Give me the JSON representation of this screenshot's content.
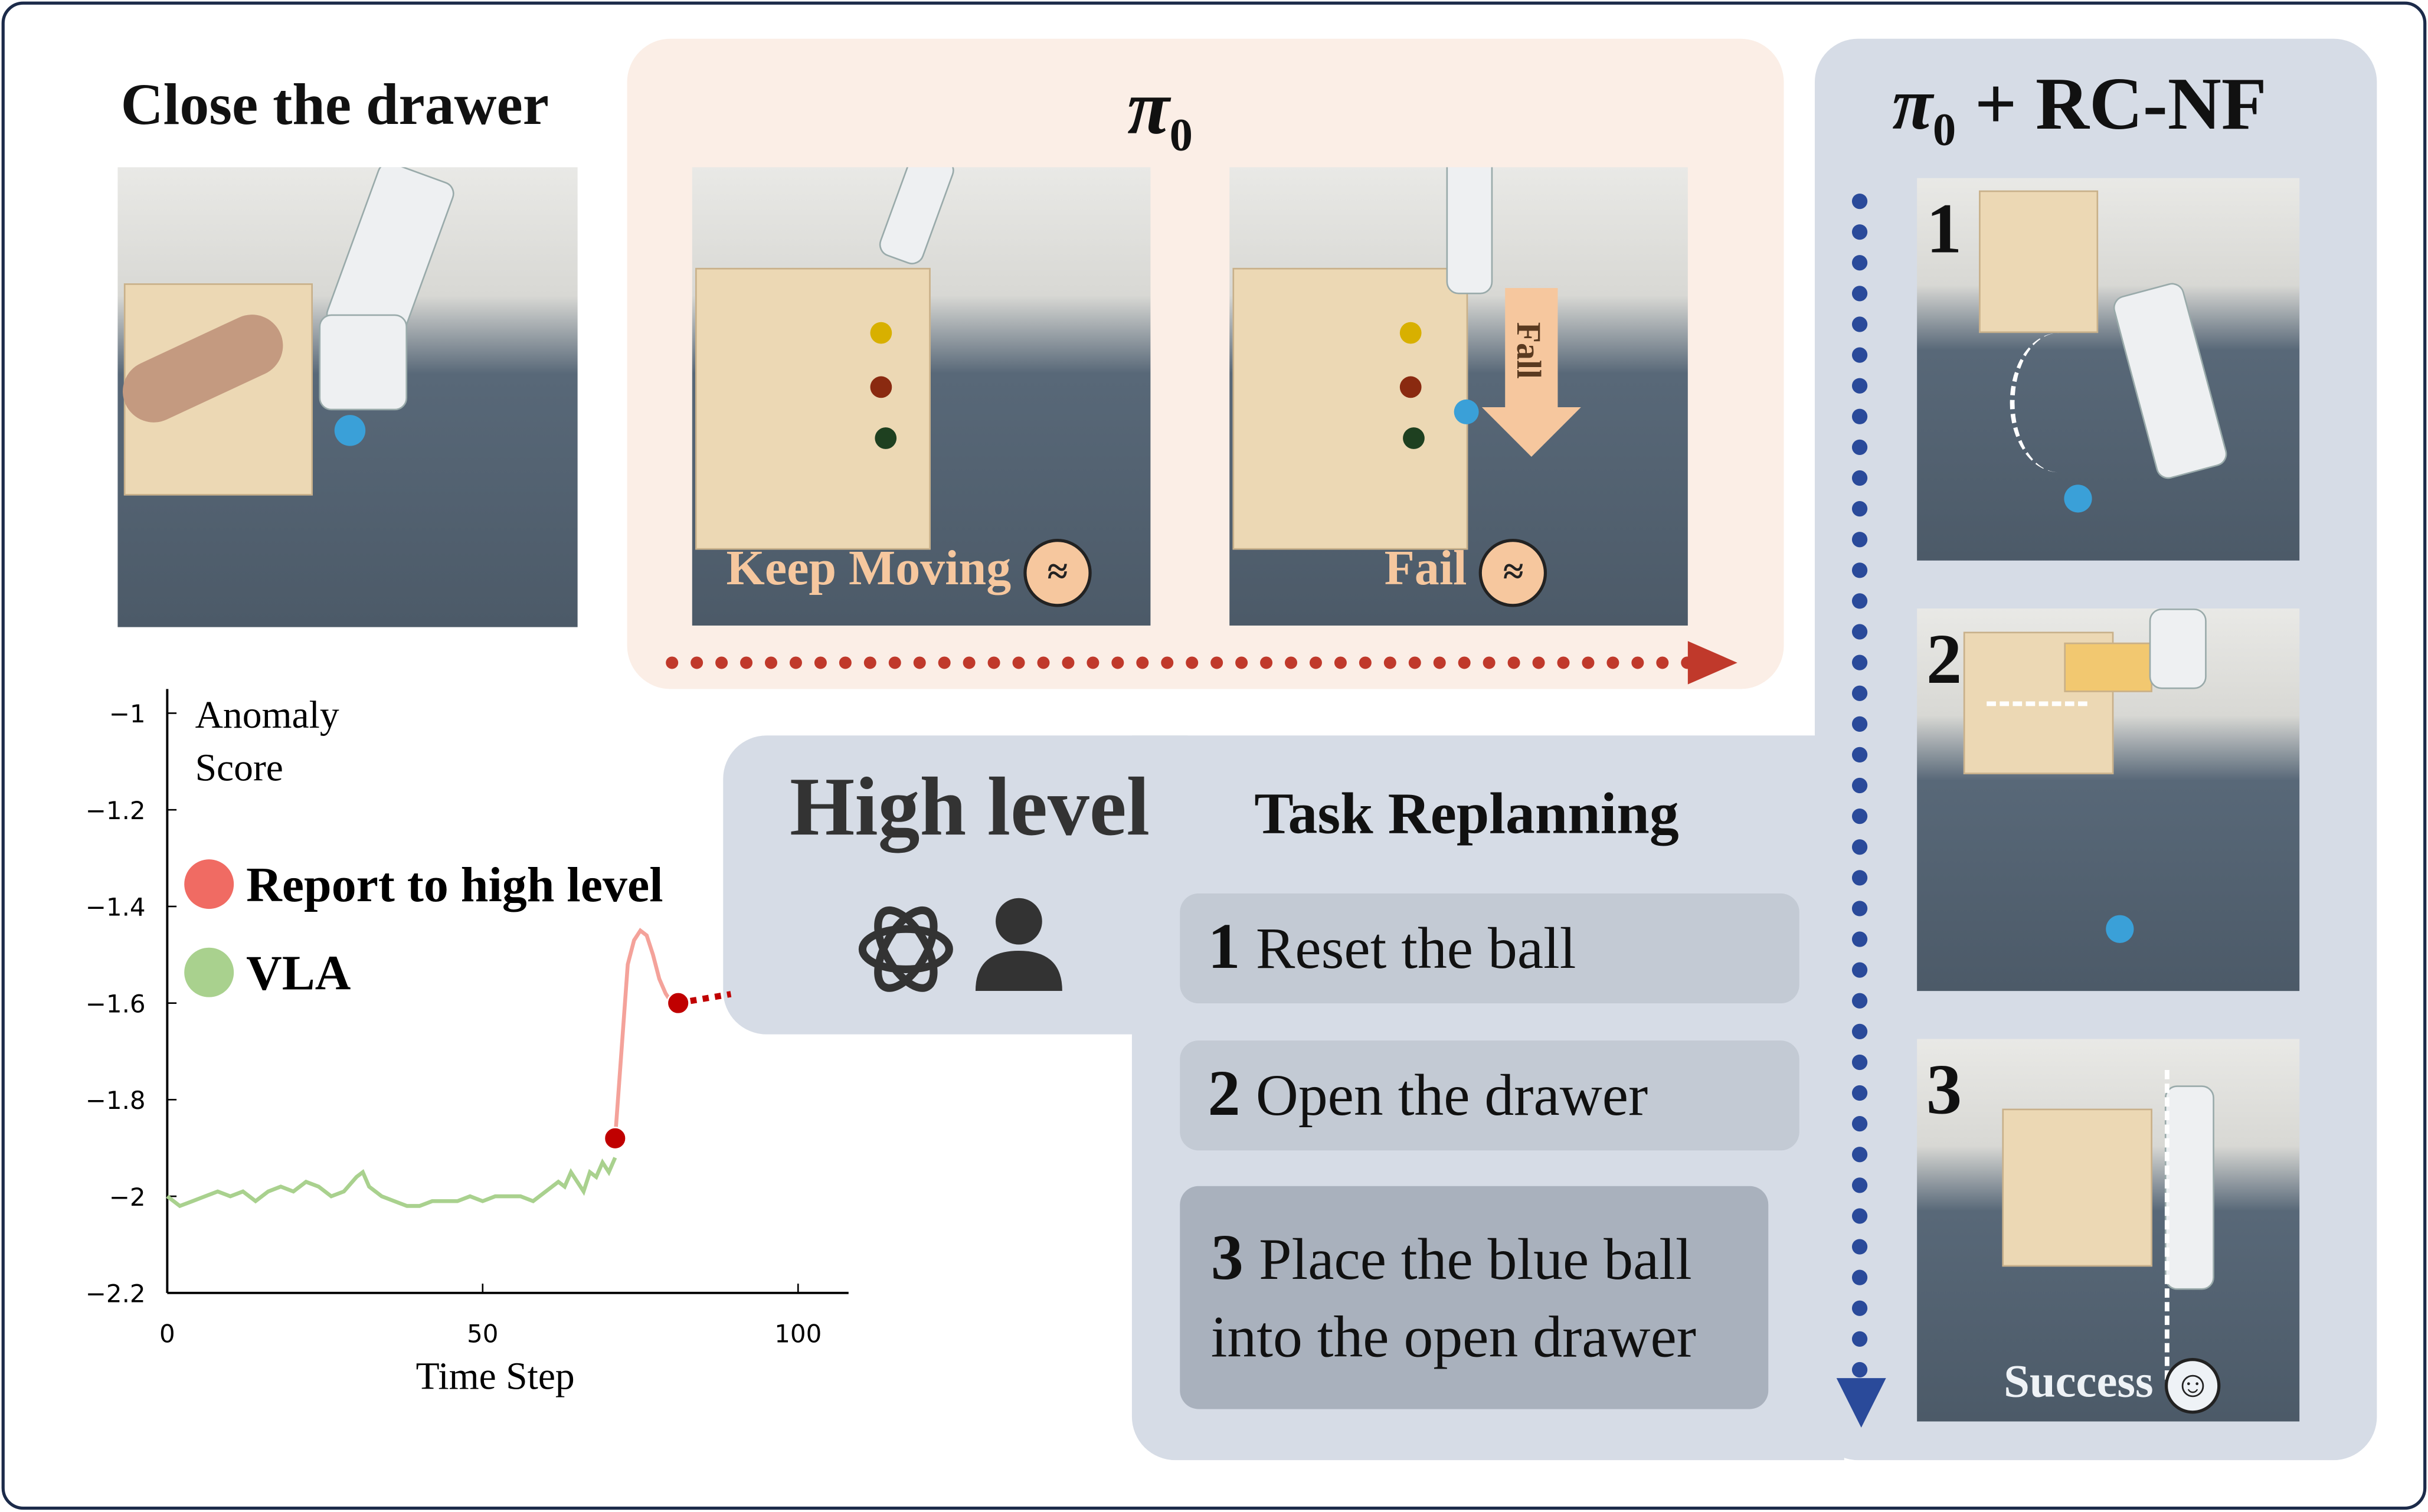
{
  "left": {
    "title": "Close the drawer"
  },
  "baseline": {
    "title": "π",
    "title_sub": "0",
    "captions": [
      "Keep Moving",
      "Fail"
    ],
    "fall_label": "Fall",
    "arrow_color": "#c0392b"
  },
  "ours": {
    "title": "π",
    "title_sub": "0",
    "title_rest": " + RC-NF",
    "steps": [
      "1",
      "2",
      "3"
    ],
    "success_label": "Success",
    "arrow_color": "#2a4a9a"
  },
  "high_level": {
    "title": "High level",
    "icons": [
      "openai-logo-icon",
      "person-icon"
    ]
  },
  "replanning": {
    "title": "Task Replanning",
    "tasks": [
      {
        "num": "1",
        "text": "Reset the ball"
      },
      {
        "num": "2",
        "text": "Open the drawer"
      },
      {
        "num": "3",
        "text": "Place the blue ball",
        "text2": "into the open drawer"
      }
    ]
  },
  "chart_data": {
    "type": "line",
    "title": "",
    "ylabel": "Anomaly Score",
    "xlabel": "Time Step",
    "xlim": [
      0,
      108
    ],
    "ylim": [
      -2.2,
      -0.95
    ],
    "xticks": [
      0,
      50,
      100
    ],
    "yticks": [
      -1,
      -1.2,
      -1.4,
      -1.6,
      -1.8,
      -2,
      -2.2
    ],
    "ytick_labels": [
      "−1",
      "−1.2",
      "−1.4",
      "−1.6",
      "−1.8",
      "−2",
      "−2.2"
    ],
    "legend": [
      {
        "label": "Report to high level",
        "color": "#f06b63"
      },
      {
        "label": "VLA",
        "color": "#a9d18e"
      }
    ],
    "legend_placement": "top-left",
    "series": [
      {
        "name": "VLA",
        "color": "#a9d18e",
        "x": [
          0,
          2,
          4,
          6,
          8,
          10,
          12,
          14,
          16,
          18,
          20,
          22,
          24,
          26,
          28,
          30,
          31,
          32,
          34,
          36,
          38,
          40,
          42,
          44,
          46,
          48,
          50,
          52,
          54,
          56,
          58,
          60,
          62,
          63,
          64,
          65,
          66,
          67,
          68,
          69,
          70,
          71
        ],
        "y": [
          -2.0,
          -2.02,
          -2.01,
          -2.0,
          -1.99,
          -2.0,
          -1.99,
          -2.01,
          -1.99,
          -1.98,
          -1.99,
          -1.97,
          -1.98,
          -2.0,
          -1.99,
          -1.96,
          -1.95,
          -1.98,
          -2.0,
          -2.01,
          -2.02,
          -2.02,
          -2.01,
          -2.01,
          -2.01,
          -2.0,
          -2.01,
          -2.0,
          -2.0,
          -2.0,
          -2.01,
          -1.99,
          -1.97,
          -1.98,
          -1.95,
          -1.97,
          -1.99,
          -1.95,
          -1.96,
          -1.93,
          -1.95,
          -1.92
        ]
      },
      {
        "name": "Report to high level",
        "color": "#f4a29a",
        "x": [
          71,
          72,
          73,
          74,
          75,
          76,
          77,
          78,
          79,
          80,
          81
        ],
        "y": [
          -1.88,
          -1.7,
          -1.52,
          -1.47,
          -1.45,
          -1.46,
          -1.5,
          -1.55,
          -1.58,
          -1.6,
          -1.6
        ]
      }
    ],
    "markers": [
      {
        "x": 71,
        "y": -1.88,
        "color": "#c00000"
      },
      {
        "x": 81,
        "y": -1.6,
        "color": "#c00000"
      }
    ]
  }
}
